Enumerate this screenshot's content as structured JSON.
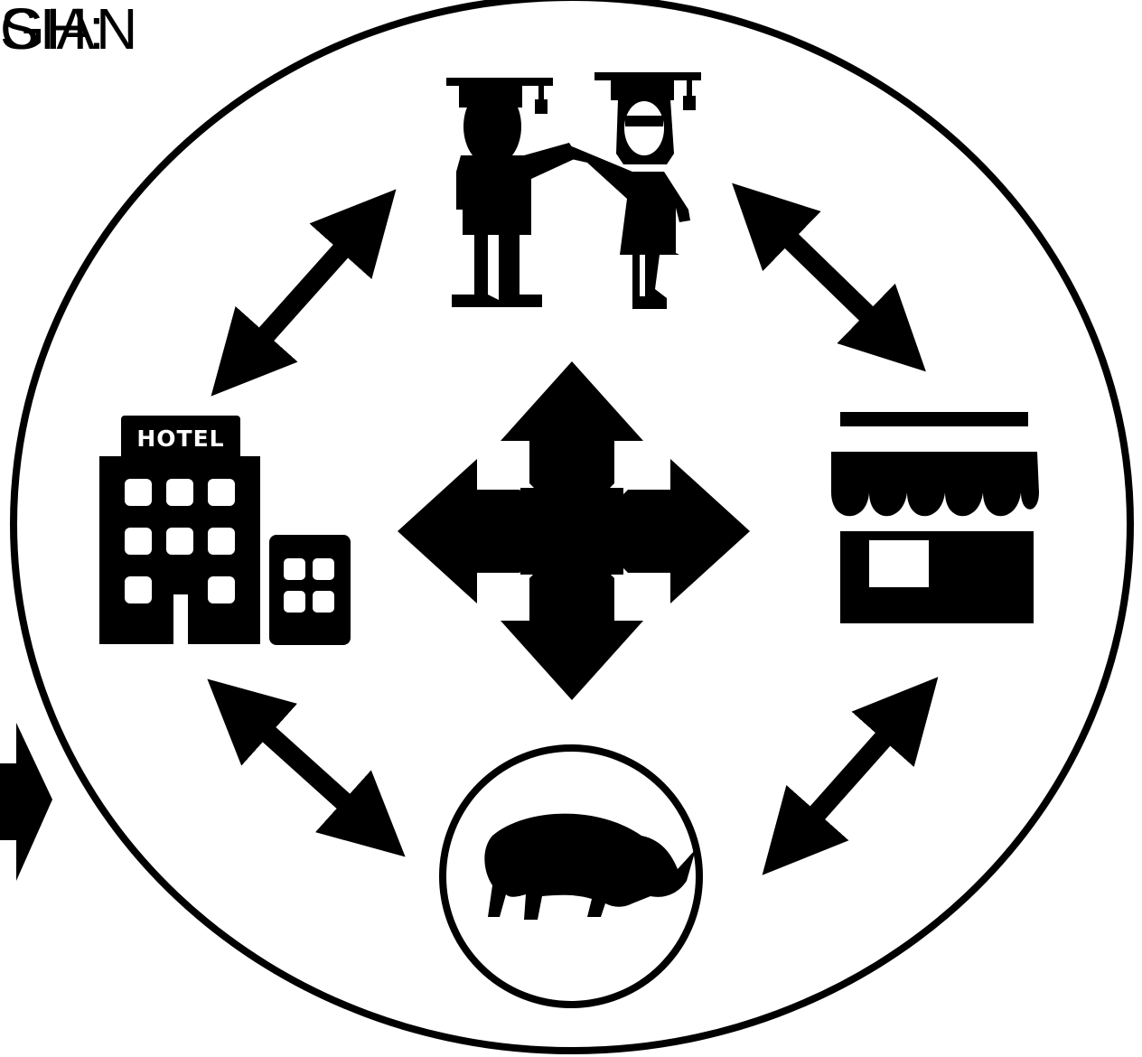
{
  "cut_text": {
    "line1": "SIAN",
    "line2": "GH:"
  },
  "hotel": {
    "sign": "HOTEL"
  },
  "icons": [
    "graduates-icon",
    "hotel-icon",
    "shop-icon",
    "rhino-icon",
    "move-arrows-icon"
  ],
  "colors": {
    "ink": "#000000",
    "paper": "#ffffff"
  }
}
